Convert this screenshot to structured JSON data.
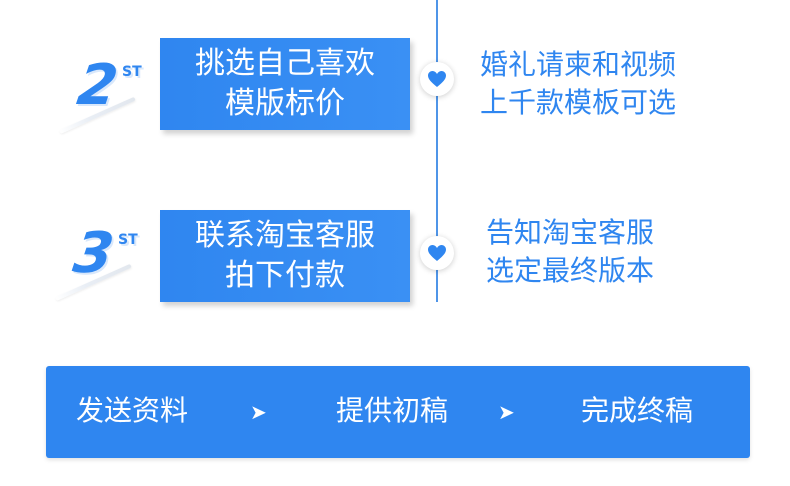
{
  "steps": [
    {
      "number": "2",
      "suffix": "ST",
      "title_lines": [
        "挑选自己喜欢",
        "模版标价"
      ],
      "desc_lines": [
        "婚礼请柬和视频",
        "上千款模板可选"
      ]
    },
    {
      "number": "3",
      "suffix": "ST",
      "title_lines": [
        "联系淘宝客服",
        "拍下付款"
      ],
      "desc_lines": [
        "告知淘宝客服",
        "选定最终版本"
      ]
    }
  ],
  "flow": {
    "items": [
      "发送资料",
      "提供初稿",
      "完成终稿"
    ],
    "arrow": "➤"
  },
  "icons": {
    "timeline_marker": "heart-icon"
  },
  "colors": {
    "accent": "#2f86f0",
    "line": "#4f95e8",
    "text_on_accent": "#ffffff"
  }
}
